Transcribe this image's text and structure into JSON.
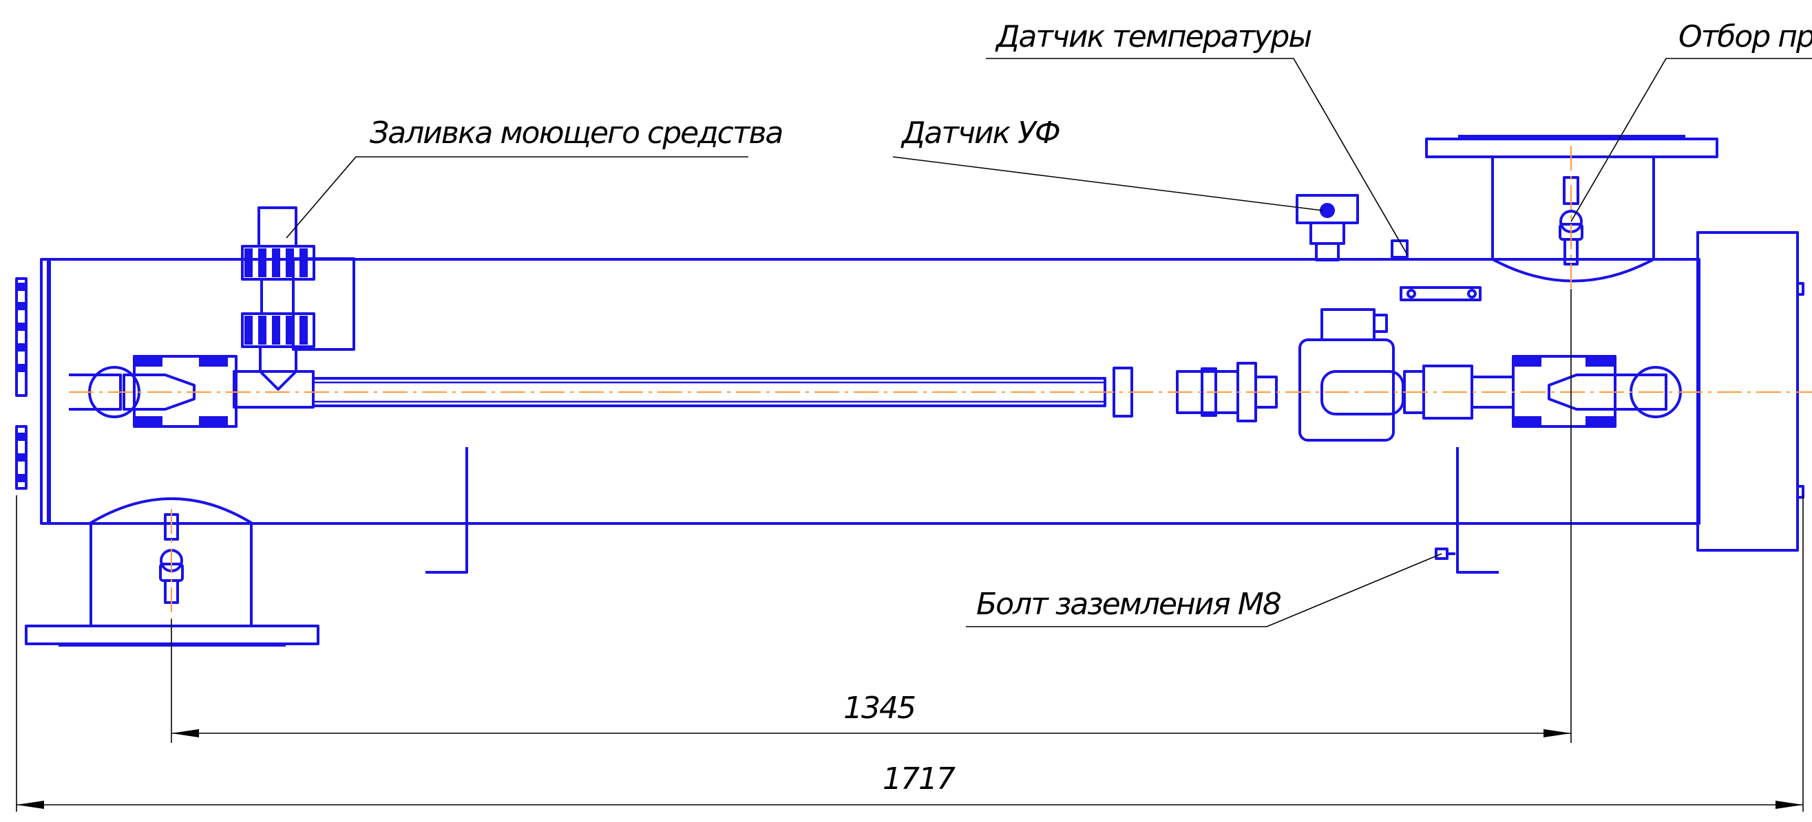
{
  "labels": {
    "detergent_fill": "Заливка моющего средства",
    "uv_sensor": "Датчик УФ",
    "temperature_sensor": "Датчик температуры",
    "sampling": "Отбор про",
    "ground_bolt": "Болт заземления М8"
  },
  "dimensions": {
    "inlet_to_outlet": "1345",
    "overall_length": "1717"
  },
  "colors": {
    "outline": "#1a12e8",
    "centerline": "#ff9a3c",
    "leaders": "#000000"
  }
}
